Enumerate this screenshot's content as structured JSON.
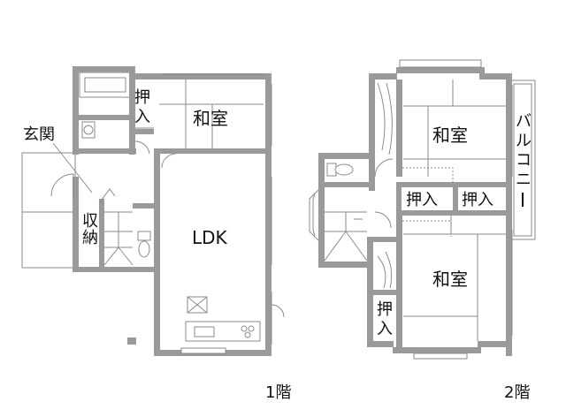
{
  "floor1": {
    "label": "1階",
    "ldk": "LDK",
    "washitsu": "和室",
    "oshiire": [
      "押",
      "入"
    ],
    "genkan": "玄関",
    "shuno": [
      "収",
      "納"
    ]
  },
  "floor2": {
    "label": "2階",
    "washitsu_top": "和室",
    "washitsu_bottom": "和室",
    "oshiire_left": "押入",
    "oshiire_right": "押入",
    "oshiire_vertical": [
      "押",
      "入"
    ],
    "balcony": [
      "バ",
      "ル",
      "コ",
      "ニ",
      "ー"
    ]
  }
}
